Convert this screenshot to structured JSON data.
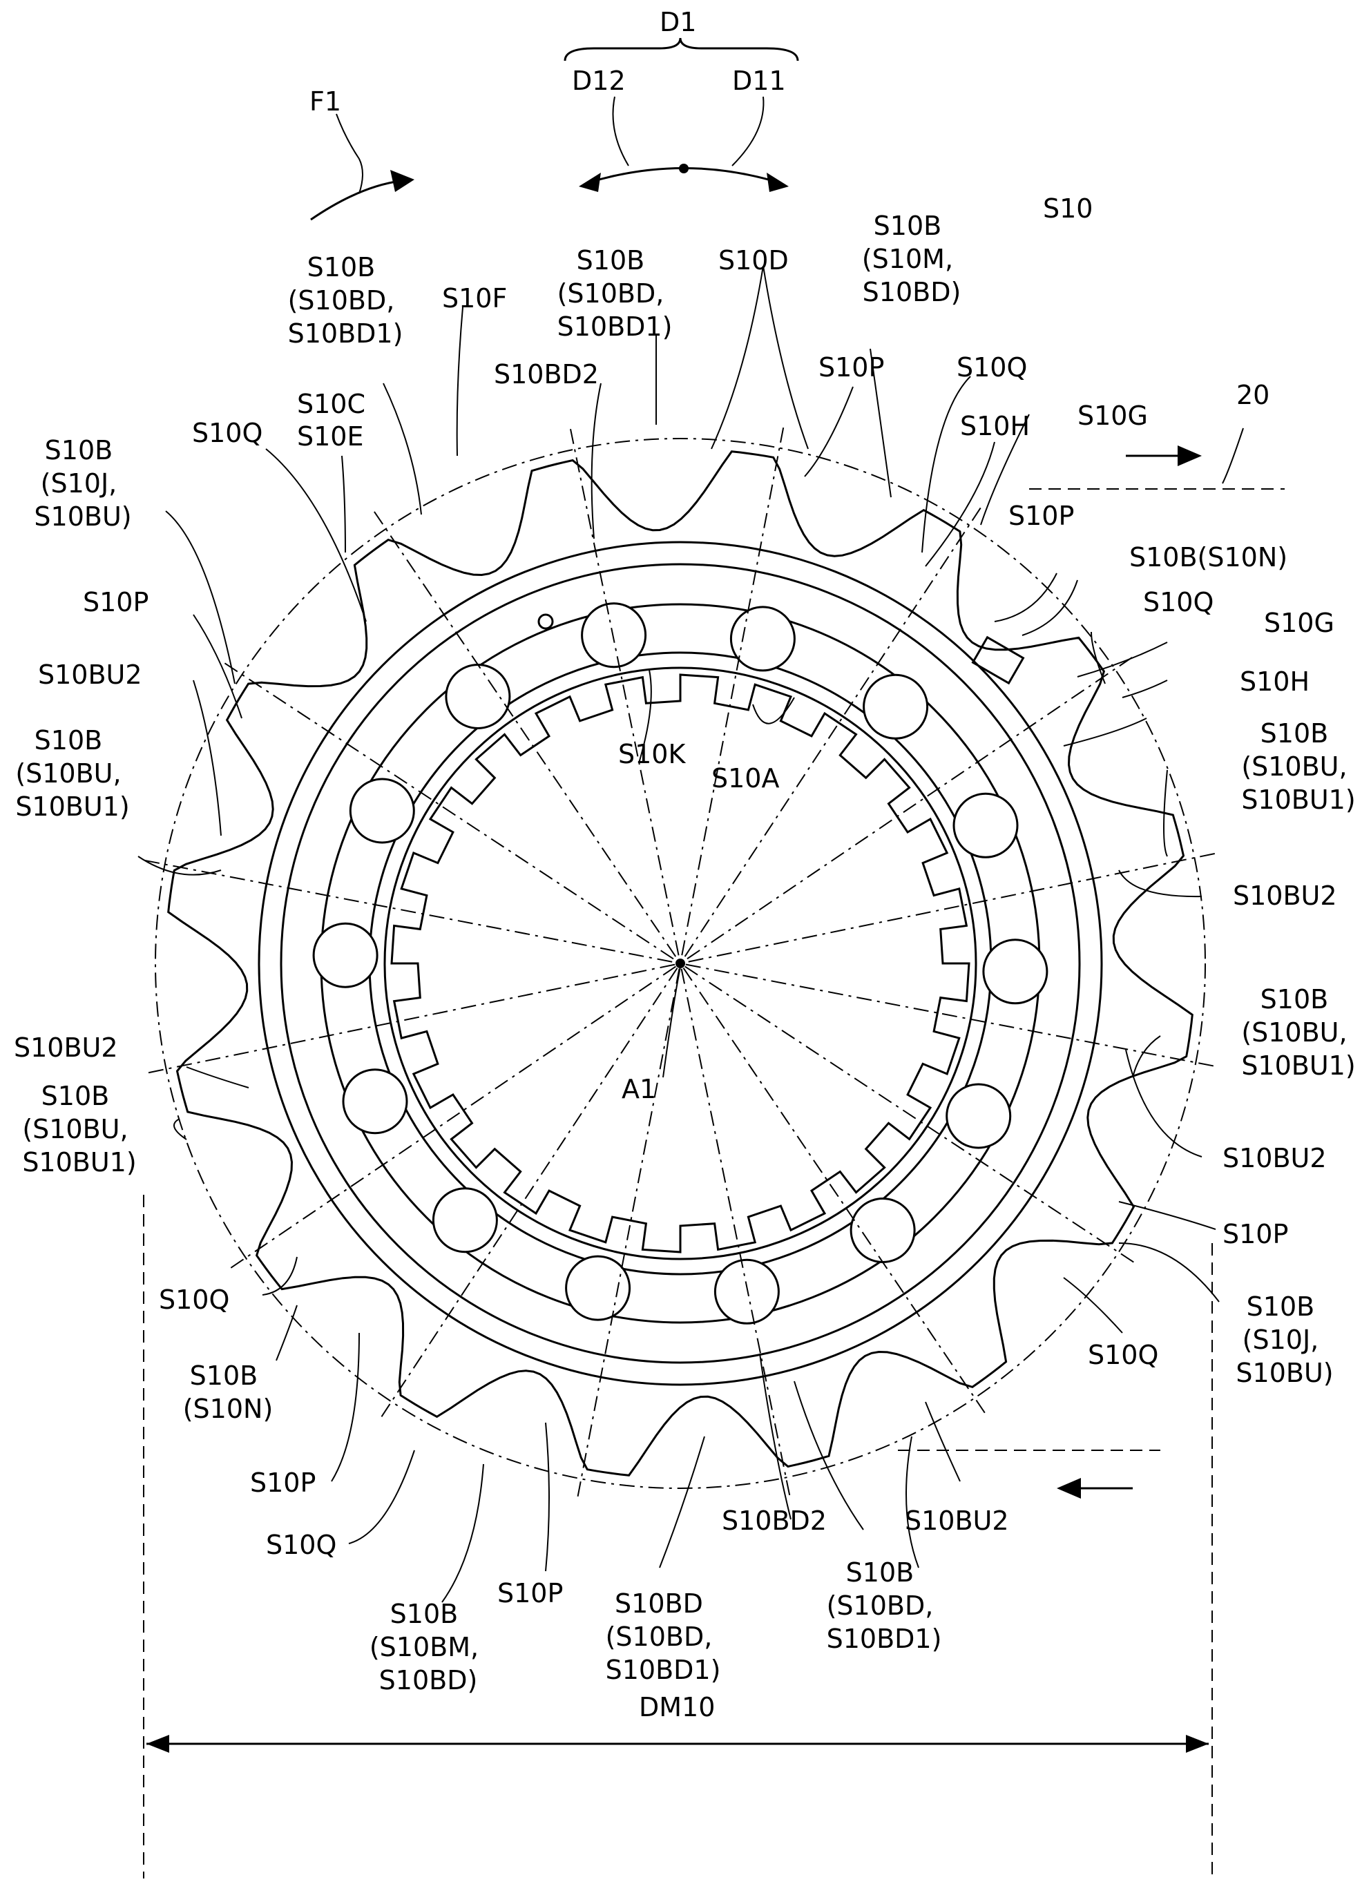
{
  "labels": {
    "d1": "D1",
    "d12": "D12",
    "d11": "D11",
    "f1": "F1",
    "s10": "S10",
    "ref20": "20",
    "s10b_bd_top": [
      "S10B",
      "(S10BD,",
      "S10BD1)"
    ],
    "s10b_bd_top2": [
      "S10B",
      "(S10BD,",
      "S10BD1)"
    ],
    "s10f": "S10F",
    "s10d": "S10D",
    "s10b_m_top": [
      "S10B",
      "(S10M,",
      "S10BD)"
    ],
    "s10c": "S10C",
    "s10e": "S10E",
    "s10q_tl": "S10Q",
    "s10bd2_top": "S10BD2",
    "s10p_top": "S10P",
    "s10q_top": "S10Q",
    "s10g_top": "S10G",
    "s10h_top": "S10H",
    "s10b_j_left": [
      "S10B",
      "(S10J,",
      "S10BU)"
    ],
    "s10p_right1": "S10P",
    "s10b_n_right": "S10B(S10N)",
    "s10q_right1": "S10Q",
    "s10p_left": "S10P",
    "s10g_right": "S10G",
    "s10h_right": "S10H",
    "s10bu2_left1": "S10BU2",
    "s10b_bu_right1": [
      "S10B",
      "(S10BU,",
      "S10BU1)"
    ],
    "s10b_bu_left1": [
      "S10B",
      "(S10BU,",
      "S10BU1)"
    ],
    "s10k": "S10K",
    "s10a": "S10A",
    "s10bu2_right1": "S10BU2",
    "s10b_bu_right2": [
      "S10B",
      "(S10BU,",
      "S10BU1)"
    ],
    "s10bu2_left2": "S10BU2",
    "a1": "A1",
    "s10b_bu_left2": [
      "S10B",
      "(S10BU,",
      "S10BU1)"
    ],
    "s10bu2_right2": "S10BU2",
    "s10p_right2": "S10P",
    "s10q_left2": "S10Q",
    "s10b_j_right": [
      "S10B",
      "(S10J,",
      "S10BU)"
    ],
    "s10q_right2": "S10Q",
    "s10b_n_left": [
      "S10B",
      "(S10N)"
    ],
    "s10p_left2": "S10P",
    "s10q_bottom": "S10Q",
    "s10b_bm_bottom": [
      "S10B",
      "(S10BM,",
      "S10BD)"
    ],
    "s10p_bottom": "S10P",
    "s10bd_bottom": [
      "S10BD",
      "(S10BD,",
      "S10BD1)"
    ],
    "s10bd2_bottom": "S10BD2",
    "s10bu2_bottom": "S10BU2",
    "s10b_bd_bottom": [
      "S10B",
      "(S10BD,",
      "S10BD1)"
    ],
    "dm10": "DM10"
  }
}
